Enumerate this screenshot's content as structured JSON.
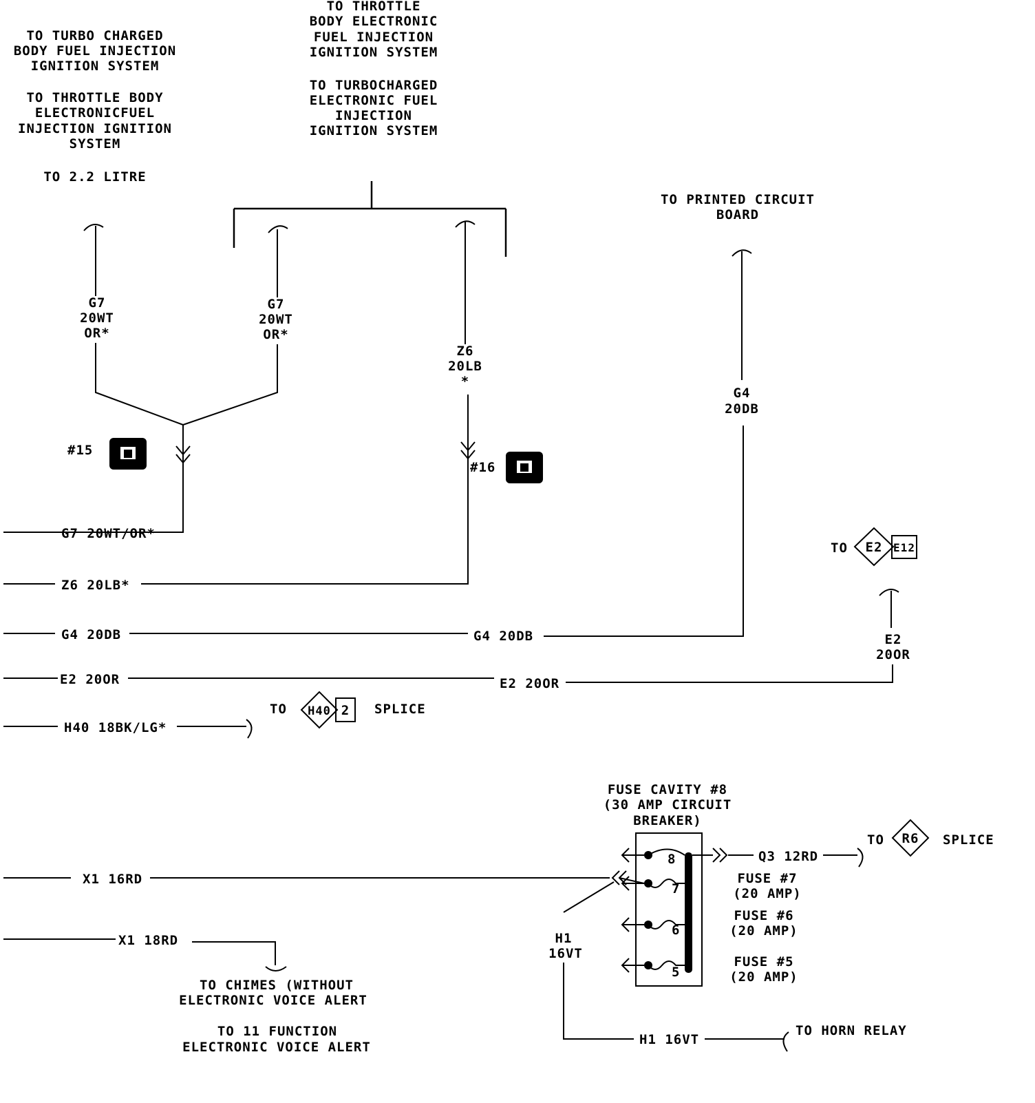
{
  "top_labels": {
    "left": [
      "TO TURBO CHARGED",
      "BODY FUEL INJECTION",
      "IGNITION SYSTEM",
      "TO THROTTLE BODY",
      "ELECTRONICFUEL",
      "INJECTION IGNITION",
      "SYSTEM",
      "TO 2.2 LITRE"
    ],
    "center": [
      "TO THROTTLE",
      "BODY ELECTRONIC",
      "FUEL INJECTION",
      "IGNITION SYSTEM",
      "TO TURBOCHARGED",
      "ELECTRONIC FUEL",
      "INJECTION",
      "IGNITION SYSTEM"
    ],
    "right": [
      "TO PRINTED CIRCUIT",
      "BOARD"
    ]
  },
  "wire_labels": {
    "g7_a": [
      "G7",
      "20WT",
      "OR*"
    ],
    "g7_b": [
      "G7",
      "20WT",
      "OR*"
    ],
    "z6": [
      "Z6",
      "20LB",
      "*"
    ],
    "g4": [
      "G4",
      "20DB"
    ],
    "e2": [
      "E2",
      "20OR"
    ],
    "h1": [
      "H1",
      "16VT"
    ]
  },
  "connectors": {
    "c15": "#15",
    "c16": "#16"
  },
  "e2_ref": {
    "to": "TO",
    "code": "E2",
    "page": "E12"
  },
  "horizontal_wires": {
    "g7": "G7 20WT/OR*",
    "z6": "Z6 20LB*",
    "g4_left": "G4 20DB",
    "g4_right": "G4 20DB",
    "e2_left": "E2 20OR",
    "e2_right": "E2 20OR",
    "h40": "H40 18BK/LG*",
    "x1_a": "X1 16RD",
    "x1_b": "X1 18RD",
    "q3": "Q3 12RD",
    "h1": "H1 16VT"
  },
  "h40_splice": {
    "to": "TO",
    "code": "H40",
    "num": "2",
    "word": "SPLICE"
  },
  "fuse_block": {
    "title": [
      "FUSE CAVITY #8",
      "(30 AMP CIRCUIT",
      "BREAKER)"
    ],
    "cavities": [
      "8",
      "7",
      "6",
      "5"
    ],
    "fuse7": [
      "FUSE #7",
      "(20 AMP)"
    ],
    "fuse6": [
      "FUSE #6",
      "(20 AMP)"
    ],
    "fuse5": [
      "FUSE #5",
      "(20 AMP)"
    ]
  },
  "r6_splice": {
    "to": "TO",
    "code": "R6",
    "word": "SPLICE"
  },
  "horn_relay": "TO HORN RELAY",
  "chimes": [
    "TO CHIMES (WITHOUT",
    "ELECTRONIC VOICE ALERT",
    "TO 11 FUNCTION",
    "ELECTRONIC VOICE ALERT"
  ]
}
